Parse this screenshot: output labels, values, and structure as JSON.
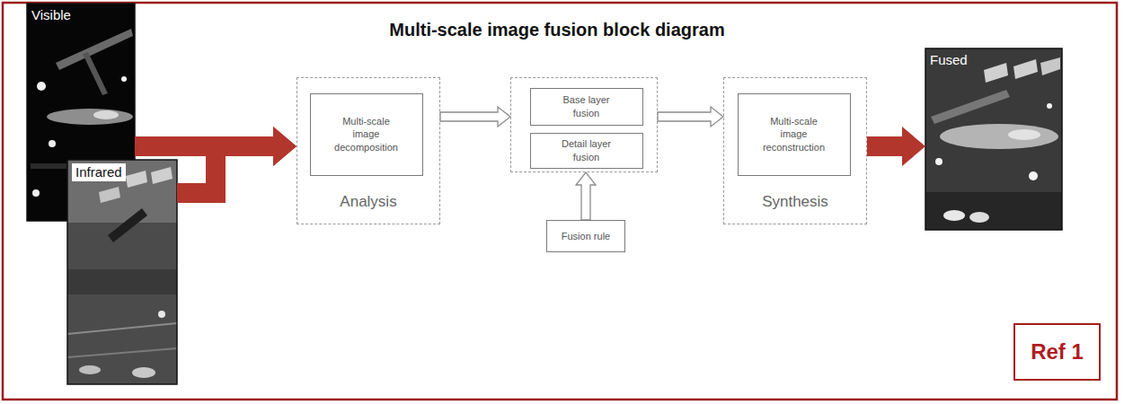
{
  "diagram": {
    "title": "Multi-scale image fusion block diagram",
    "nodes": [
      {
        "text": [
          "Visible"
        ]
      },
      {
        "text": [
          "Infrared"
        ]
      },
      {
        "text": [
          "Analysis"
        ]
      },
      {
        "text": [
          "Multi-scale image decomposition"
        ],
        "in": 2
      },
      {
        "text": []
      },
      {
        "text": [
          "Base layer fusion"
        ],
        "in": 4
      },
      {
        "text": [
          "Detail layer fusion"
        ],
        "in": 4
      },
      {
        "text": [
          "Fusion rule"
        ]
      },
      {
        "text": [
          "Synthesis"
        ]
      },
      {
        "text": [
          "Multi-scale image reconstruction"
        ],
        "in": 8
      },
      {
        "text": [
          "Fused"
        ]
      },
      {
        "text": [
          "Ref 1"
        ]
      }
    ],
    "edges": [
      {
        "from": 0,
        "to": 2,
        "arrow": "to"
      },
      {
        "from": 1,
        "to": 2,
        "arrow": "to"
      },
      {
        "from": 2,
        "to": 4,
        "arrow": "to"
      },
      {
        "from": 7,
        "to": 4,
        "arrow": "to"
      },
      {
        "from": 4,
        "to": 8,
        "arrow": "to"
      },
      {
        "from": 8,
        "to": 10,
        "arrow": "to"
      }
    ]
  }
}
